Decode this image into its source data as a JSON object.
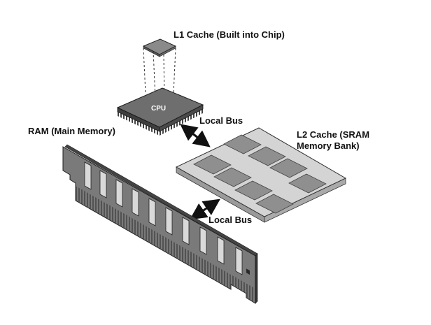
{
  "labels": {
    "l1_cache": "L1 Cache (Built into Chip)",
    "cpu": "CPU",
    "local_bus_top": "Local Bus",
    "ram": "RAM (Main Memory)",
    "l2_cache_line1": "L2 Cache (SRAM",
    "l2_cache_line2": "Memory Bank)",
    "local_bus_bottom": "Local Bus"
  },
  "colors": {
    "chip_dark": "#6e6e6e",
    "board_light": "#d4d4d4",
    "chip_on_board": "#8f8f8f",
    "ram_body": "#7a7a7a",
    "arrow": "#111111"
  }
}
